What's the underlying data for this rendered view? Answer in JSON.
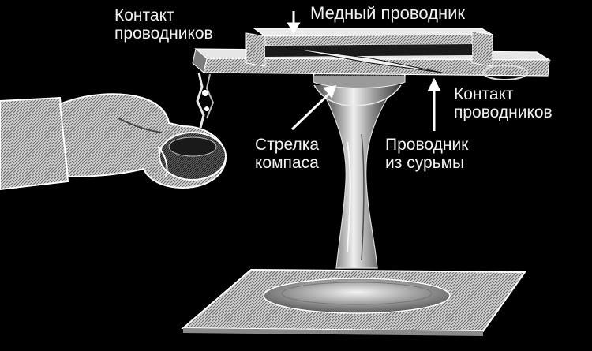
{
  "labels": {
    "contact_left_line1": "Контакт",
    "contact_left_line2": "проводников",
    "copper": "Медный проводник",
    "contact_right_line1": "Контакт",
    "contact_right_line2": "проводников",
    "needle_line1": "Стрелка",
    "needle_line2": "компаса",
    "antimony_line1": "Проводник",
    "antimony_line2": "из сурьмы"
  },
  "colors": {
    "background": "#000000",
    "label_text": "#f2f2f2",
    "illustration_light": "#d8d8d8",
    "illustration_mid": "#8a8a8a",
    "illustration_dark": "#2a2a2a"
  }
}
